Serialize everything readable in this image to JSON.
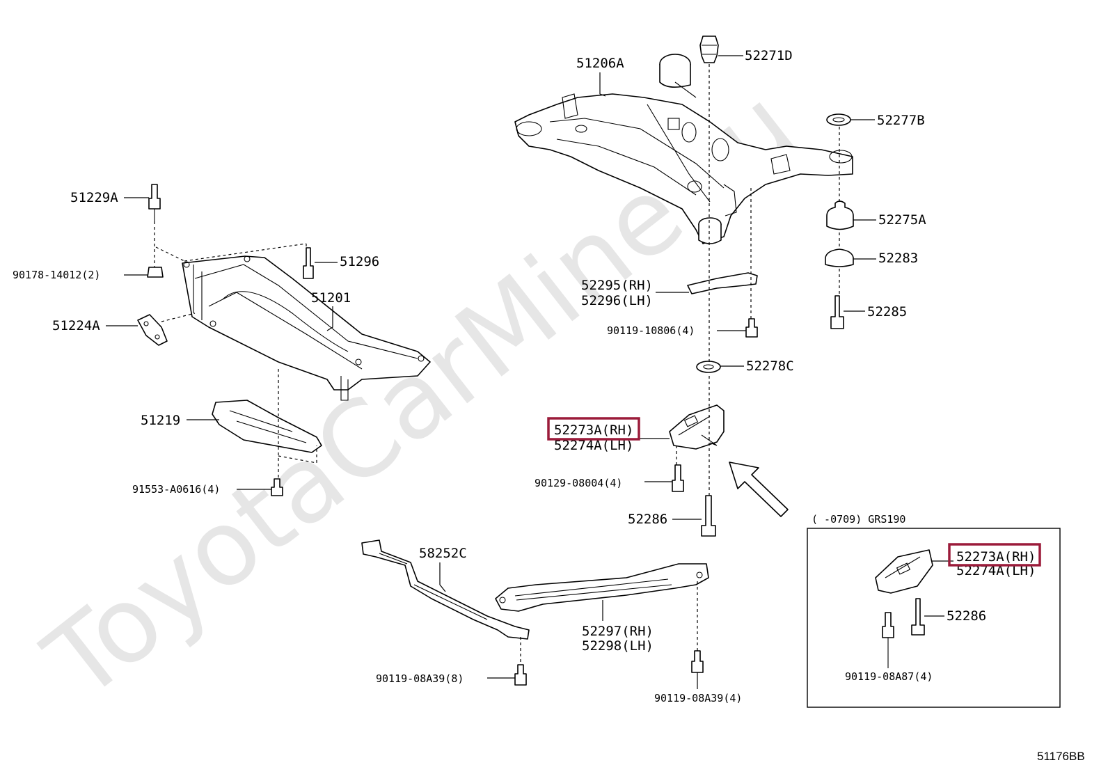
{
  "diagram": {
    "watermark": "ToyotaCarMine.ru",
    "highlight_color": "#9b1b3a",
    "diagram_code": "51176BB",
    "inset_caption": "(      -0709)  GRS190",
    "labels": {
      "p51206A": "51206A",
      "p52271D": "52271D",
      "p52277B": "52277B",
      "p52275A": "52275A",
      "p52283": "52283",
      "p52285": "52285",
      "p51229A": "51229A",
      "p90178": "90178-14012(2)",
      "p51296": "51296",
      "p51201": "51201",
      "p51224A": "51224A",
      "p51219": "51219",
      "p91553": "91553-A0616(4)",
      "p52295": "52295(RH)",
      "p52296": "52296(LH)",
      "p90119_10806": "90119-10806(4)",
      "p52278C": "52278C",
      "p52273A": "52273A(RH)",
      "p52274A": "52274A(LH)",
      "p90129": "90129-08004(4)",
      "p52286": "52286",
      "p58252C": "58252C",
      "p52297": "52297(RH)",
      "p52298": "52298(LH)",
      "p90119_08A39_8": "90119-08A39(8)",
      "p90119_08A39_4": "90119-08A39(4)",
      "inset_52273A": "52273A(RH)",
      "inset_52274A": "52274A(LH)",
      "inset_52286": "52286",
      "inset_90119_08A87": "90119-08A87(4)"
    }
  }
}
